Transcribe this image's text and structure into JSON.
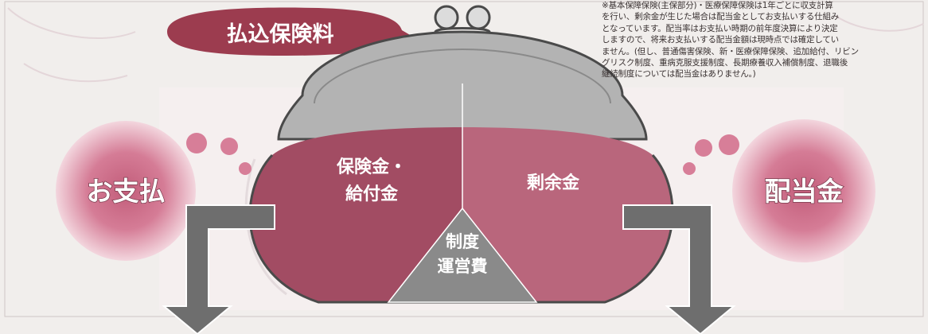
{
  "diagram": {
    "header_label": "払込保険料",
    "left_circle": "お支払",
    "right_circle": "配当金",
    "segments": {
      "left": [
        "保険金・",
        "給付金"
      ],
      "right": "剰余金",
      "center": [
        "制度",
        "運営費"
      ]
    },
    "note_lines": [
      "※基本保障保険(主保部分)・医療保障保険は1年ごとに収支計算",
      "を行い、剰余金が生じた場合は配当金としてお支払いする仕組み",
      "となっています。配当率はお支払い時期の前年度決算により決定",
      "しますので、将来お支払いする配当金額は現時点では確定してい",
      "ません。(但し、普通傷害保険、新・医療保障保険、追加給付、リビン",
      "グリスク制度、重病克服支援制度、長期療養収入補償制度、退職後",
      "継続制度については配当金はありません。)"
    ]
  },
  "colors": {
    "purse_left": "#a24c63",
    "purse_right": "#b9667c",
    "center_segment": "#8a8a8a",
    "frame": "#b3b3b3",
    "header_bubble": "#9c3c4f",
    "circle": "#d77e98",
    "arrow": "#6e6e6e",
    "background": "#f1eeec"
  }
}
